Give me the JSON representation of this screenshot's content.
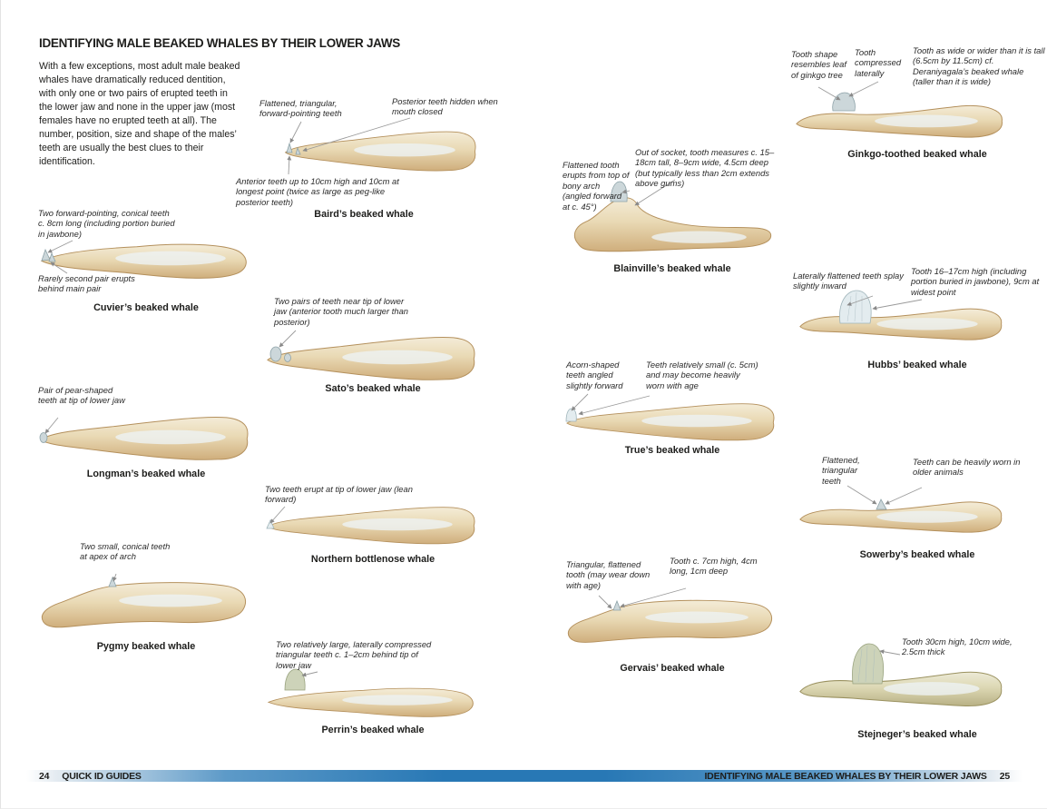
{
  "page": {
    "title": "IDENTIFYING MALE BEAKED WHALES BY THEIR LOWER JAWS",
    "intro": "With a few exceptions, most adult male beaked whales have dramatically reduced dentition, with only one or two pairs of erupted teeth in the lower jaw and none in the upper jaw (most females have no erupted teeth at all). The number, position, size and shape of the males’ teeth are usually the best clues to their identification."
  },
  "whales": [
    {
      "name": "Baird’s beaked whale",
      "annotations": [
        "Flattened, triangular, forward-pointing teeth",
        "Posterior teeth hidden when mouth closed",
        "Anterior teeth up to 10cm high and 10cm at longest point (twice as large as peg-like posterior teeth)"
      ]
    },
    {
      "name": "Cuvier’s beaked whale",
      "annotations": [
        "Two forward-pointing, conical teeth c. 8cm long (including portion buried in jawbone)",
        "Rarely second pair erupts behind main pair"
      ]
    },
    {
      "name": "Sato’s beaked whale",
      "annotations": [
        "Two pairs of teeth near tip of lower jaw (anterior tooth much larger than posterior)"
      ]
    },
    {
      "name": "Longman’s beaked whale",
      "annotations": [
        "Pair of pear-shaped teeth at tip of lower jaw"
      ]
    },
    {
      "name": "Northern bottlenose whale",
      "annotations": [
        "Two teeth erupt at tip of lower jaw (lean forward)"
      ]
    },
    {
      "name": "Pygmy beaked whale",
      "annotations": [
        "Two small, conical teeth at apex of arch"
      ]
    },
    {
      "name": "Perrin’s beaked whale",
      "annotations": [
        "Two relatively large, laterally compressed triangular teeth c. 1–2cm behind tip of lower jaw"
      ]
    },
    {
      "name": "Blainville’s beaked whale",
      "annotations": [
        "Flattened tooth erupts from top of bony arch (angled forward at c. 45°)",
        "Out of socket, tooth measures c. 15–18cm tall, 8–9cm wide, 4.5cm deep (but typically less than 2cm extends above gums)"
      ]
    },
    {
      "name": "True’s beaked whale",
      "annotations": [
        "Acorn-shaped teeth angled slightly forward",
        "Teeth relatively small (c. 5cm) and may become heavily worn with age"
      ]
    },
    {
      "name": "Gervais’ beaked whale",
      "annotations": [
        "Triangular, flattened tooth (may wear down with age)",
        "Tooth c. 7cm high, 4cm long, 1cm deep"
      ]
    },
    {
      "name": "Ginkgo-toothed beaked whale",
      "annotations": [
        "Tooth shape resembles leaf of ginkgo tree",
        "Tooth compressed laterally",
        "Tooth as wide or wider than it is tall (6.5cm by 11.5cm) cf. Deraniyagala’s beaked whale (taller than it is wide)"
      ]
    },
    {
      "name": "Hubbs’ beaked whale",
      "annotations": [
        "Laterally flattened teeth splay slightly inward",
        "Tooth 16–17cm high (including portion buried in jawbone), 9cm at widest point"
      ]
    },
    {
      "name": "Sowerby’s beaked whale",
      "annotations": [
        "Flattened, triangular teeth",
        "Teeth can be heavily worn in older animals"
      ]
    },
    {
      "name": "Stejneger’s beaked whale",
      "annotations": [
        "Tooth 30cm high, 10cm wide, 2.5cm thick"
      ]
    }
  ],
  "footer": {
    "left_page_number": "24",
    "left_title": "QUICK ID GUIDES",
    "right_title": "IDENTIFYING MALE BEAKED WHALES BY THEIR LOWER JAWS",
    "right_page_number": "25",
    "bar_color": "#2878b5"
  },
  "colors": {
    "bone": "#e9d9b4",
    "bone_edge": "#b4905c",
    "highlight": "#edf3f4",
    "tooth_gray": "#ccd7da",
    "leader": "#9a9a9a"
  }
}
